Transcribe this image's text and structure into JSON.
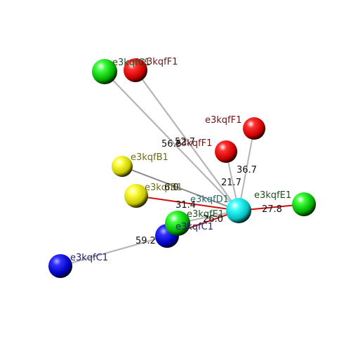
{
  "colors": {
    "background": "#ffffff",
    "bond_gray": "#b0b0b0",
    "bond_red": "#cc1010",
    "red": "#ff0000",
    "green": "#00e000",
    "yellow": "#f0f000",
    "blue": "#0000f0",
    "cyan": "#00ffff"
  },
  "atoms": [
    {
      "label": "e3kqfC1",
      "color": "green",
      "label_color": "#1f4f1f"
    },
    {
      "label": "e3kqfF1",
      "color": "red",
      "label_color": "#6b1515"
    },
    {
      "label": "e3kqfF1",
      "color": "red",
      "label_color": "#6b1515"
    },
    {
      "label": "e3kqfF1",
      "color": "red",
      "label_color": "#6b1515"
    },
    {
      "label": "e3kqfB1",
      "color": "yellow",
      "label_color": "#6b6b1f"
    },
    {
      "label": "e3kqfB1",
      "color": "yellow",
      "label_color": "#6b6b1f"
    },
    {
      "label": "e3kqfD1",
      "color": "cyan",
      "label_color": "#1f6b6b"
    },
    {
      "label": "e3kqfE1",
      "color": "green",
      "label_color": "#1f4f1f"
    },
    {
      "label": "e3kqfE1",
      "color": "green",
      "label_color": "#1f4f1f"
    },
    {
      "label": "e3kqfC1",
      "color": "blue",
      "label_color": "#1f1f6b"
    },
    {
      "label": "e3kqfC1",
      "color": "blue",
      "label_color": "#1f1f6b"
    }
  ],
  "distances": [
    "56.5",
    "52.7",
    "36.7",
    "21.7",
    "31.4",
    "27.8",
    "59.2",
    "26.0",
    "6.0"
  ]
}
